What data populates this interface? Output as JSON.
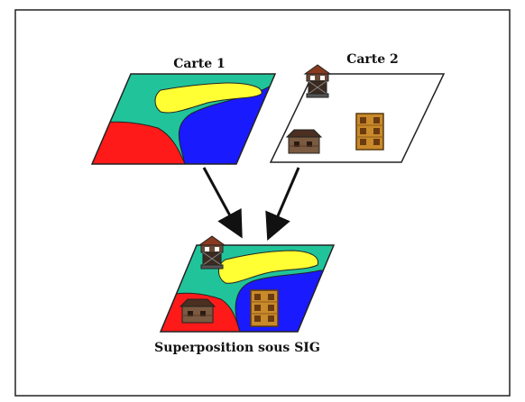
{
  "labels": {
    "map1": "Carte 1",
    "map2": "Carte 2",
    "result": "Superposition sous SIG"
  },
  "colors": {
    "border": "#222222",
    "teal": "#21c49a",
    "yellow": "#ffff33",
    "red": "#ff1a1a",
    "blue": "#1a1aff",
    "white": "#ffffff",
    "house": "#6a4a35",
    "tower_roof": "#8a3a1e",
    "building": "#c98a2a"
  },
  "icons": [
    "tower-icon",
    "house-icon",
    "building-icon"
  ]
}
